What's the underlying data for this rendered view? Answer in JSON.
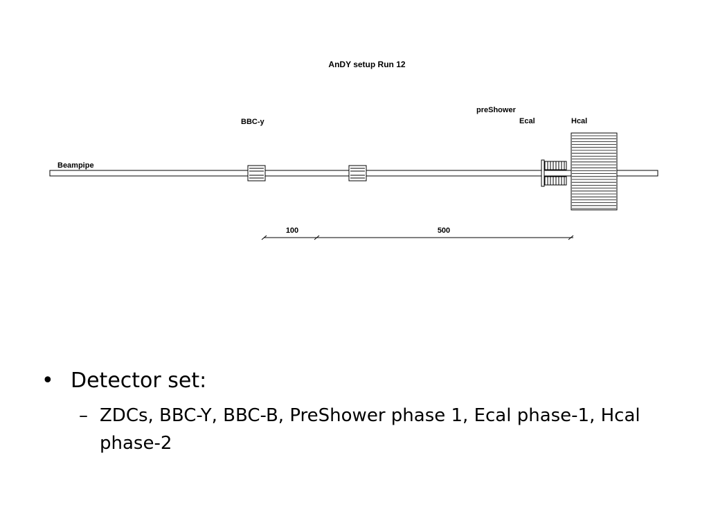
{
  "diagram": {
    "title": "AnDY setup Run 12",
    "labels": {
      "beampipe": "Beampipe",
      "bbc_y": "BBC-y",
      "preshower": "preShower",
      "ecal": "Ecal",
      "hcal": "Hcal"
    },
    "dimensions": {
      "first": "100",
      "second": "500"
    }
  },
  "bullets": {
    "level1_marker": "•",
    "level1_text": "Detector set:",
    "level2_marker": "–",
    "level2_text": "ZDCs, BBC-Y, BBC-B, PreShower phase 1, Ecal phase-1, Hcal phase-2"
  }
}
